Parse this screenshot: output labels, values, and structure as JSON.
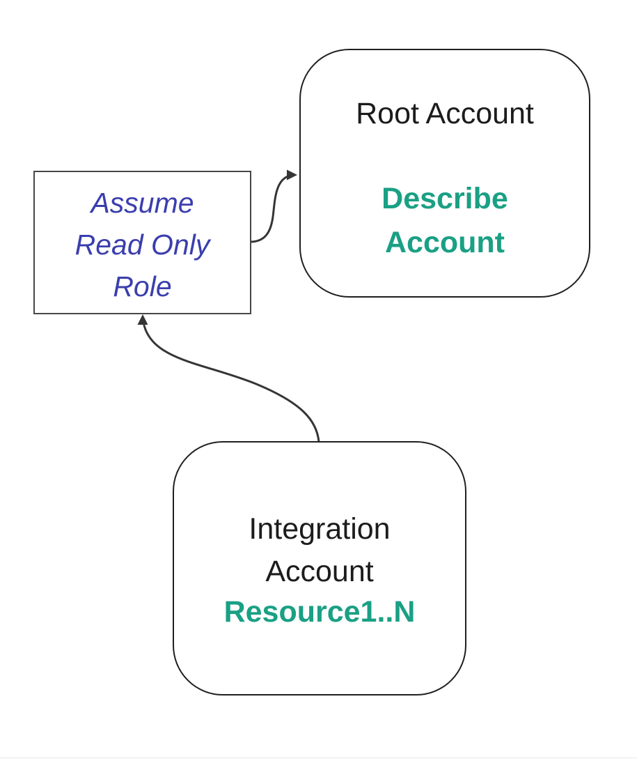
{
  "diagram": {
    "nodes": {
      "root_account": {
        "title": "Root Account",
        "action_lines": [
          "Describe",
          "Account"
        ],
        "shape": "rounded-rectangle"
      },
      "assume_role": {
        "label_lines": [
          "Assume",
          "Read Only",
          "Role"
        ],
        "shape": "rectangle"
      },
      "integration_account": {
        "title_lines": [
          "Integration",
          "Account"
        ],
        "action": "Resource1..N",
        "shape": "rounded-rectangle"
      }
    },
    "edges": [
      {
        "from": "assume_role",
        "to": "root_account",
        "style": "curved-arrow"
      },
      {
        "from": "integration_account",
        "to": "assume_role",
        "style": "curved-arrow"
      }
    ]
  },
  "colors": {
    "accent_teal": "#1aa084",
    "accent_blue": "#3a3ead",
    "node_border": "#1f1f1f",
    "rect_border": "#474747",
    "edge_stroke": "#353535",
    "text_primary": "#1c1c1c",
    "background": "#ffffff",
    "footer_line": "#e8e8e8"
  }
}
